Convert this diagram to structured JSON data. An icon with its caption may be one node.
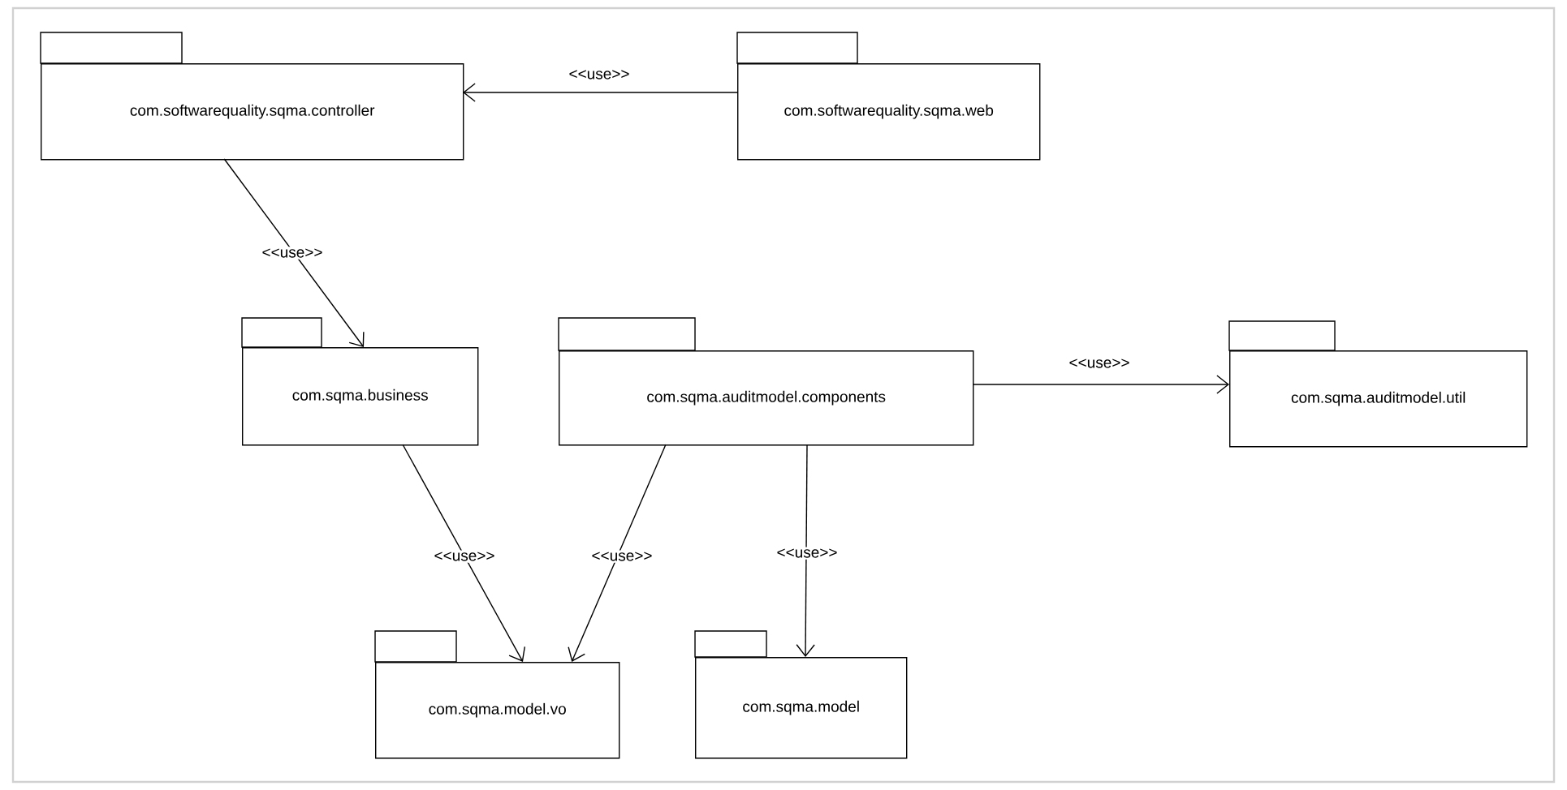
{
  "diagram": {
    "nodes": [
      {
        "text": [
          "com.softwarequality.sqma.controller"
        ]
      },
      {
        "text": [
          "com.softwarequality.sqma.web"
        ]
      },
      {
        "text": [
          "com.sqma.business"
        ]
      },
      {
        "text": [
          "com.sqma.auditmodel.components"
        ]
      },
      {
        "text": [
          "com.sqma.auditmodel.util"
        ]
      },
      {
        "text": [
          "com.sqma.model.vo"
        ]
      },
      {
        "text": [
          "com.sqma.model"
        ]
      }
    ],
    "edges": [
      {
        "from": 1,
        "to": 0,
        "arrow": "to",
        "label": "<<use>>"
      },
      {
        "from": 0,
        "to": 2,
        "arrow": "to",
        "label": "<<use>>"
      },
      {
        "from": 3,
        "to": 4,
        "arrow": "to",
        "label": "<<use>>"
      },
      {
        "from": 2,
        "to": 5,
        "arrow": "to",
        "label": "<<use>>"
      },
      {
        "from": 3,
        "to": 5,
        "arrow": "to",
        "label": "<<use>>"
      },
      {
        "from": 3,
        "to": 6,
        "arrow": "to",
        "label": "<<use>>"
      }
    ]
  }
}
